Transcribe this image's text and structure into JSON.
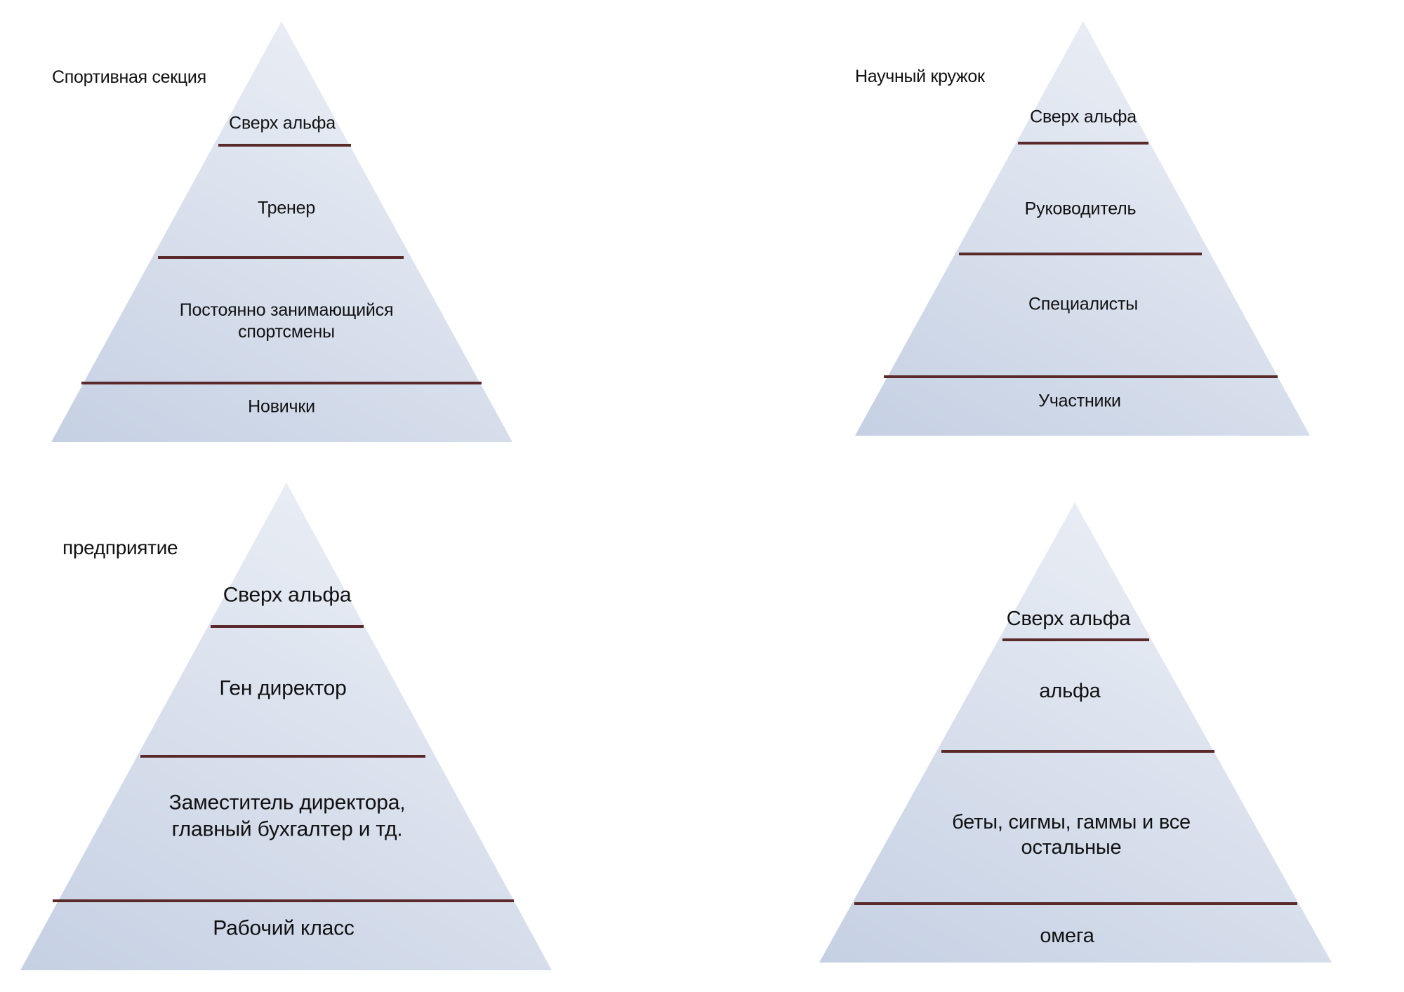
{
  "colors": {
    "fill_top": "#eaeef5",
    "fill_bottom": "#c5d0e3",
    "divider": "#5a2a2a",
    "text": "#111111"
  },
  "pyramids": [
    {
      "title": "Спортивная секция",
      "levels": [
        "Сверх альфа",
        "Тренер",
        "Постоянно занимающийся\nспортсмены",
        "Новички"
      ]
    },
    {
      "title": "Научный кружок",
      "levels": [
        "Сверх альфа",
        "Руководитель",
        "Специалисты",
        "Участники"
      ]
    },
    {
      "title": "предприятие",
      "levels": [
        "Сверх альфа",
        "Ген директор",
        "Заместитель директора,\nглавный бухгалтер и тд.",
        "Рабочий класс"
      ]
    },
    {
      "title": "",
      "levels": [
        "Сверх альфа",
        "альфа",
        "беты, сигмы, гаммы и все остальные",
        "омега"
      ]
    }
  ]
}
